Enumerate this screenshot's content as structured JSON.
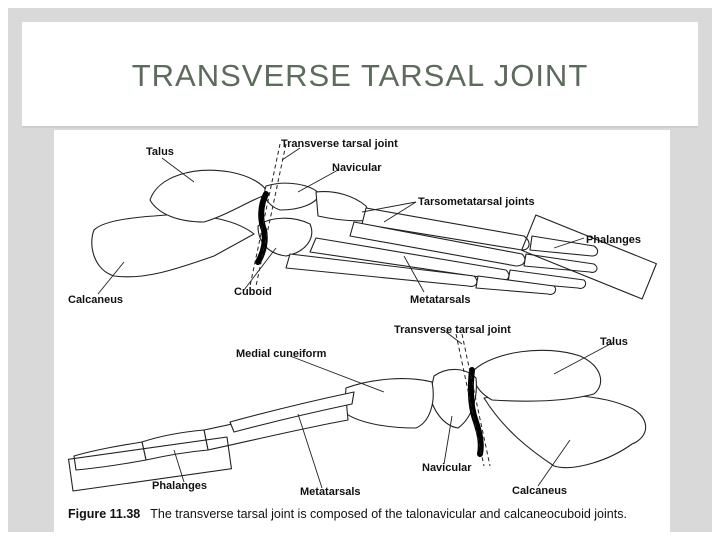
{
  "slide": {
    "title": "TRANSVERSE TARSAL JOINT"
  },
  "figure": {
    "top_view_labels": {
      "transverse_tarsal_joint": "Transverse tarsal joint",
      "talus": "Talus",
      "navicular": "Navicular",
      "tarsometatarsal_joints": "Tarsometatarsal joints",
      "phalanges": "Phalanges",
      "calcaneus": "Calcaneus",
      "cuboid": "Cuboid",
      "metatarsals": "Metatarsals"
    },
    "bottom_view_labels": {
      "transverse_tarsal_joint": "Transverse tarsal joint",
      "talus": "Talus",
      "medial_cuneiform": "Medial cuneiform",
      "phalanges": "Phalanges",
      "navicular": "Navicular",
      "metatarsals": "Metatarsals",
      "calcaneus": "Calcaneus"
    },
    "caption": {
      "number": "Figure 11.38",
      "text": "The transverse tarsal joint is composed of the talonavicular and calcaneocuboid joints."
    }
  },
  "colors": {
    "frame": "#d9d9d9",
    "title_text": "#5c6b5c",
    "bone_outline": "#222222",
    "joint_line": "#000000"
  }
}
